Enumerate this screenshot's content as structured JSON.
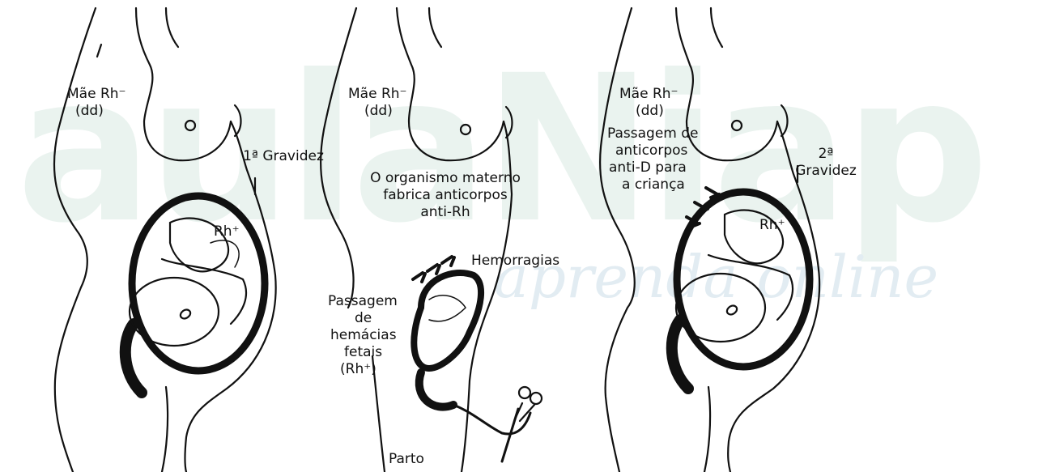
{
  "watermark": {
    "brand": "aulaNiap",
    "tagline": "aprenda online"
  },
  "panels": [
    {
      "mother_label": "Mãe Rh⁻",
      "genotype": "(dd)",
      "pregnancy": "1ª Gravidez",
      "fetus_label": "Rh⁺"
    },
    {
      "mother_label": "Mãe Rh⁻",
      "genotype": "(dd)",
      "antibody_note": "O organismo materno fabrica anticorpos anti-Rh",
      "hemorrhage": "Hemorragias",
      "passage_lines": [
        "Passagem",
        "de",
        "hemácias",
        "fetais",
        "(Rh⁺)"
      ],
      "birth": "Parto"
    },
    {
      "mother_label": "Mãe Rh⁻",
      "genotype": "(dd)",
      "antibody_passage_lines": [
        "Passagem de",
        "anticorpos",
        "anti-D para",
        "a criança"
      ],
      "pregnancy": "2ª Gravidez",
      "fetus_label": "Rh⁺"
    }
  ]
}
